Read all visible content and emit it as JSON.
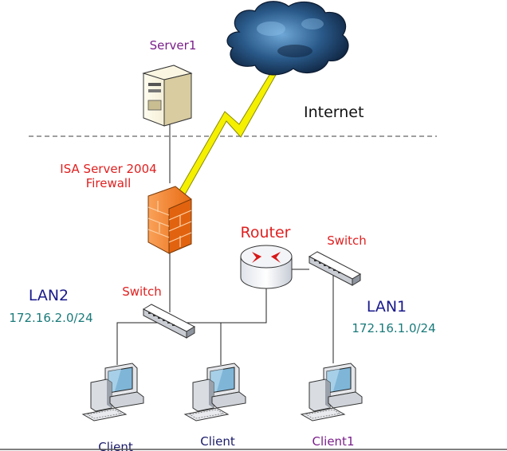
{
  "labels": {
    "server1": "Server1",
    "internet": "Internet",
    "isa_line1": "ISA Server 2004",
    "isa_line2": "Firewall",
    "router": "Router",
    "switch_right": "Switch",
    "switch_left": "Switch",
    "lan2": "LAN2",
    "lan2_subnet": "172.16.2.0/24",
    "lan1": "LAN1",
    "lan1_subnet": "172.16.1.0/24",
    "client_a": "Client",
    "client_b": "Client",
    "client_c": "Client1"
  },
  "colors": {
    "server_label": "#7a1f8a",
    "red_label": "#e02020",
    "lan_title": "#1a1a8c",
    "subnet": "#1a7a7a",
    "client1_label": "#7a1f8a",
    "client_label": "#1a1a6a",
    "lightning": "#f4f000",
    "firewall": "#f07a20",
    "cloud": "#1d3f66"
  },
  "icons": [
    "cloud-icon",
    "server-icon",
    "firewall-icon",
    "router-icon",
    "switch-icon",
    "client-computer-icon",
    "lightning-icon"
  ]
}
